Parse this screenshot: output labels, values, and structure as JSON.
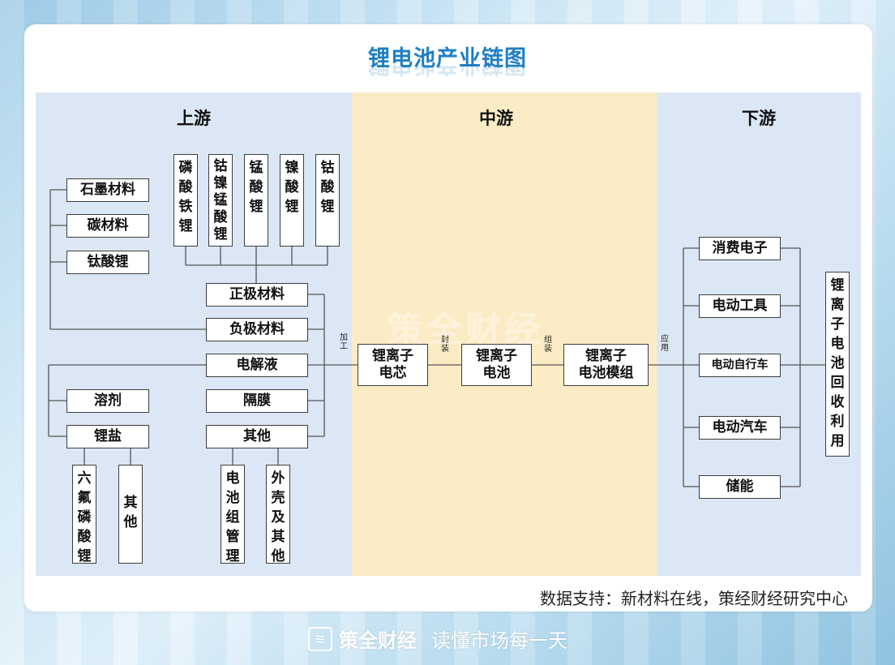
{
  "title": "锂电池产业链图",
  "sections": {
    "upstream": "上游",
    "midstream": "中游",
    "downstream": "下游"
  },
  "upstream": {
    "cathode_types": [
      {
        "id": "lfp",
        "chars": [
          "磷",
          "酸",
          "铁",
          "锂"
        ]
      },
      {
        "id": "ncm",
        "chars": [
          "钴",
          "镍",
          "锰",
          "酸",
          "锂"
        ]
      },
      {
        "id": "lmo",
        "chars": [
          "锰",
          "酸",
          "锂"
        ]
      },
      {
        "id": "lno",
        "chars": [
          "镍",
          "酸",
          "锂"
        ]
      },
      {
        "id": "lco",
        "chars": [
          "钴",
          "酸",
          "锂"
        ]
      }
    ],
    "anode_types": [
      "石墨材料",
      "碳材料",
      "钛酸锂"
    ],
    "components": [
      "正极材料",
      "负极材料",
      "电解液",
      "隔膜",
      "其他"
    ],
    "electrolyte_parts": [
      "溶剂",
      "锂盐"
    ],
    "salt_types": [
      {
        "id": "lipf6",
        "chars": [
          "六",
          "氟",
          "磷",
          "酸",
          "锂"
        ]
      },
      {
        "id": "other",
        "chars": [
          "其",
          "他"
        ]
      }
    ],
    "other_parts": [
      {
        "id": "bms",
        "chars": [
          "电",
          "池",
          "组",
          "管",
          "理"
        ]
      },
      {
        "id": "casing",
        "chars": [
          "外",
          "壳",
          "及",
          "其",
          "他"
        ]
      }
    ]
  },
  "midstream": {
    "cell": "锂离子\n电芯",
    "battery": "锂离子\n电池",
    "module": "锂离子\n电池模组",
    "edge_labels": {
      "process": [
        "加",
        "工"
      ],
      "assemble1": [
        "封",
        "装"
      ],
      "assemble2": [
        "组",
        "装"
      ]
    }
  },
  "downstream": {
    "edge_label": [
      "应",
      "用"
    ],
    "applications": [
      "消费电子",
      "电动工具",
      "电动自行车",
      "电动汽车",
      "储能"
    ],
    "recycle": [
      "锂",
      "离",
      "子",
      "电",
      "池",
      "回",
      "收",
      "利",
      "用"
    ]
  },
  "source": "数据支持：新材料在线，策经财经研究中心",
  "footer": {
    "brand": "策全财经",
    "slogan": "读懂市场每一天"
  },
  "colors": {
    "title": "#1f7fc4",
    "upstream_bg": "#dbe7f4",
    "midstream_bg": "#fcecc6",
    "downstream_bg": "#dbe7f4"
  }
}
